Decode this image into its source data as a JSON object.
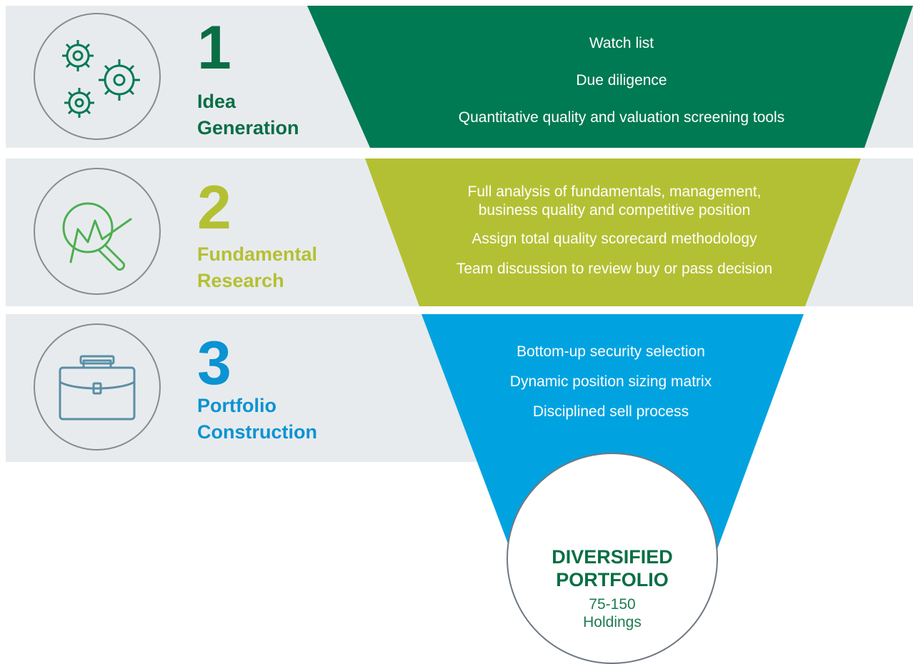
{
  "colors": {
    "green": "#007a52",
    "lime": "#b4c033",
    "blue": "#00a3e0",
    "band": "#e8ebee"
  },
  "steps": [
    {
      "number": "1",
      "title_line1": "Idea",
      "title_line2": "Generation",
      "icon": "gears-icon",
      "items": [
        "Watch list",
        "Due diligence",
        "Quantitative quality and valuation screening tools"
      ]
    },
    {
      "number": "2",
      "title_line1": "Fundamental",
      "title_line2": "Research",
      "icon": "chart-magnifier-icon",
      "items": [
        "Full analysis of fundamentals, management,",
        "business quality and competitive position",
        "Assign total quality scorecard methodology",
        "Team discussion to review buy or pass decision"
      ]
    },
    {
      "number": "3",
      "title_line1": "Portfolio",
      "title_line2": "Construction",
      "icon": "briefcase-icon",
      "items": [
        "Bottom-up security selection",
        "Dynamic position sizing matrix",
        "Disciplined sell process"
      ]
    }
  ],
  "result": {
    "title_line1": "DIVERSIFIED",
    "title_line2": "PORTFOLIO",
    "count": "75-150",
    "holdings": "Holdings"
  }
}
